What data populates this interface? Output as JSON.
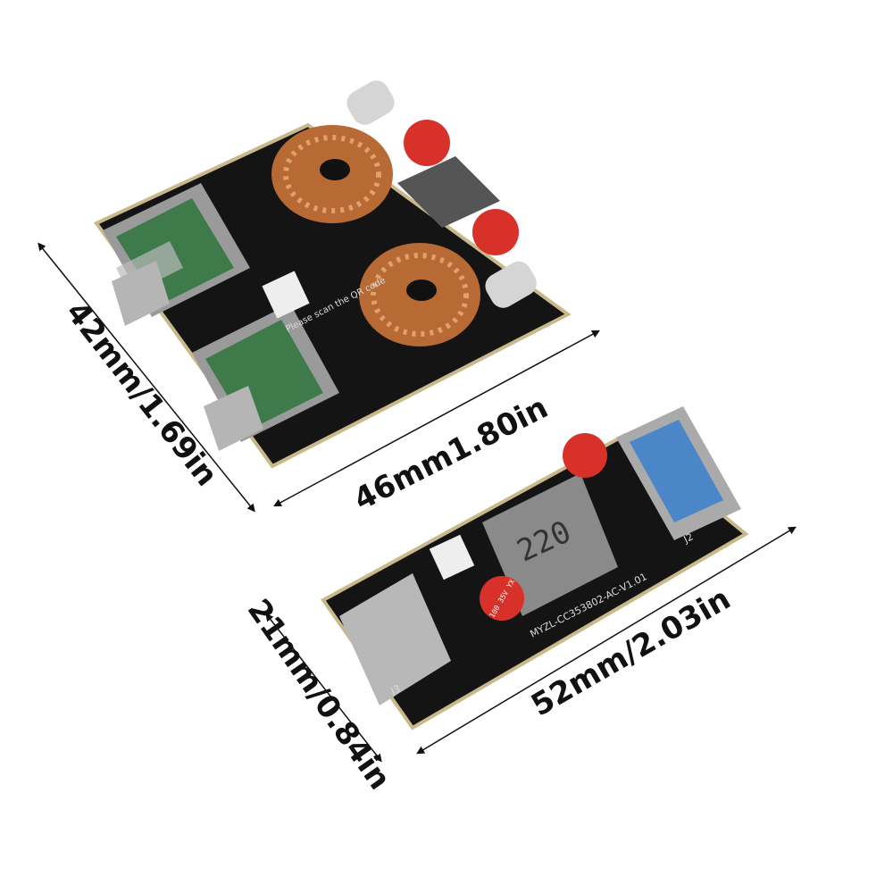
{
  "dimensions": {
    "large_board_height": "42mm/1.69in",
    "large_board_width": "46mm1.80in",
    "small_board_height": "21mm/0.84in",
    "small_board_width": "52mm/2.03in"
  },
  "board_markings": {
    "inductor_code": "220",
    "model": "MYZL-CC353802-AC-V1.01",
    "connector_label": "J2",
    "connector_label_2": "J3",
    "capacitor_rating": "100 35V YX",
    "qr_caption": "Please scan the QR code"
  },
  "colors": {
    "pcb": "#141414",
    "copper_coil": "#b86a34",
    "usb_green": "#3e7a4a",
    "usb_blue": "#4a86c8",
    "capacitor_red": "#d8312a"
  }
}
